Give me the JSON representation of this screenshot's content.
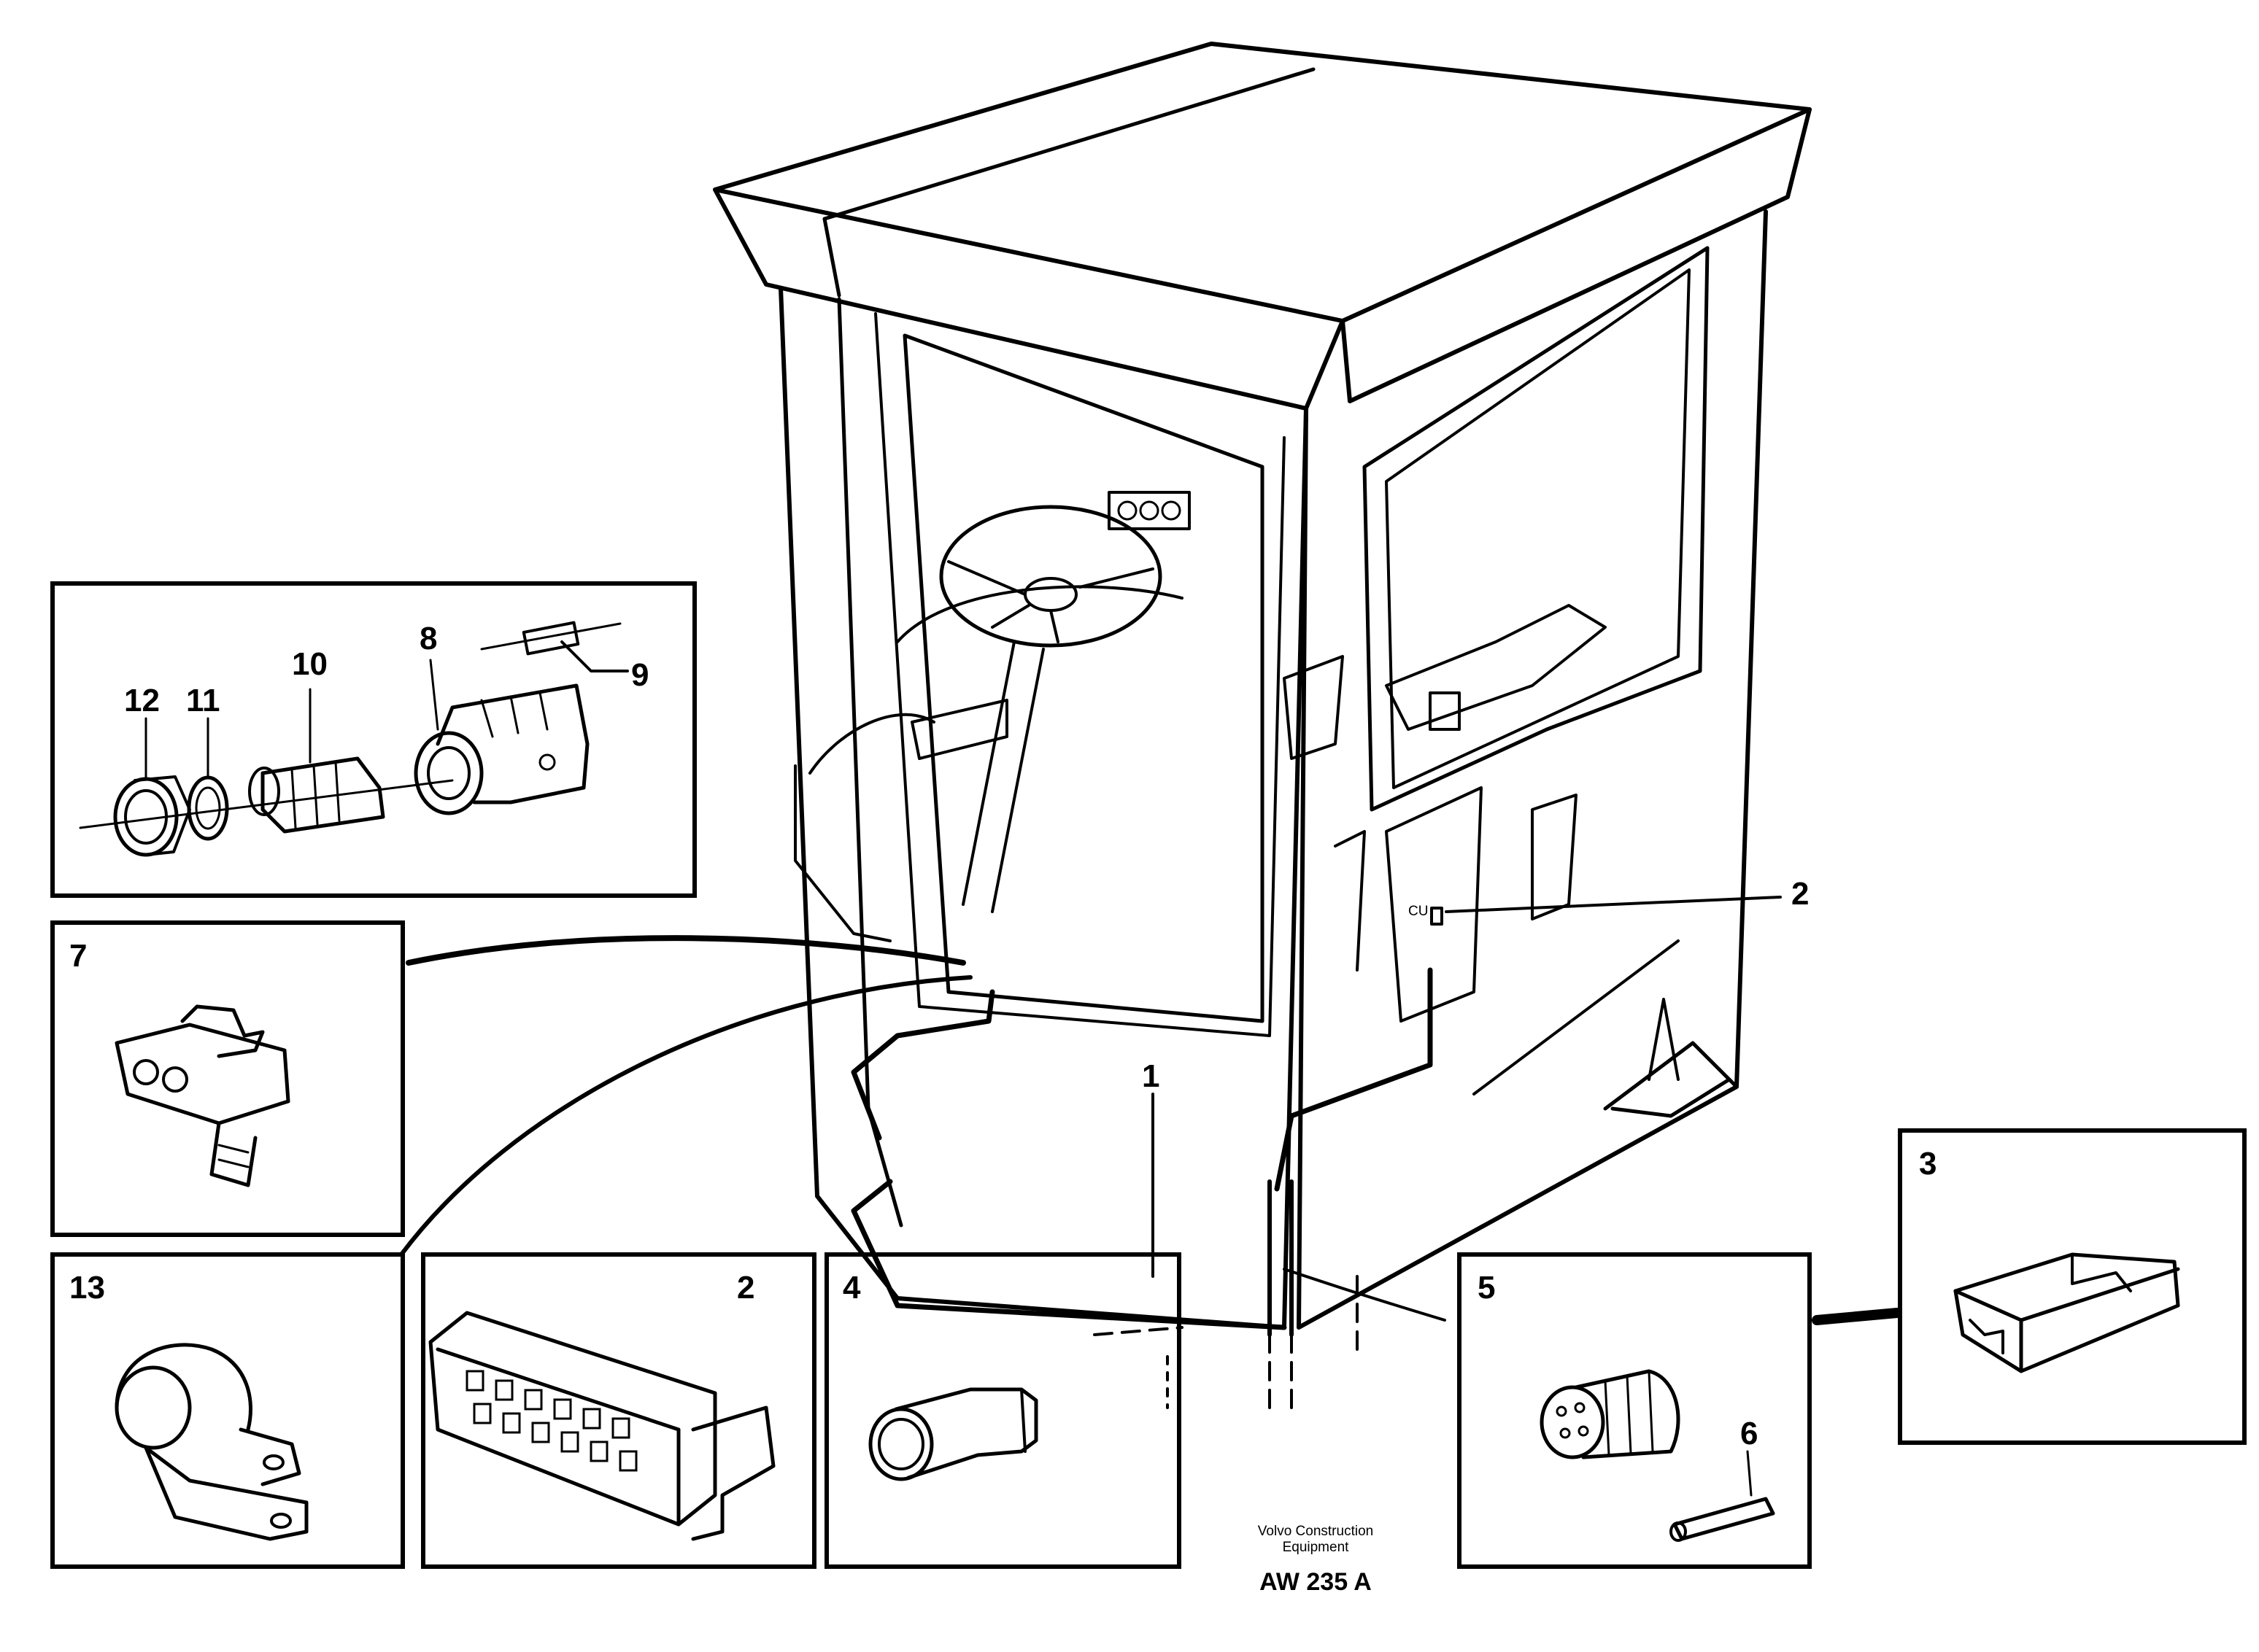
{
  "callouts": {
    "c1": "1",
    "c2_cab": "2",
    "c2_box": "2",
    "c3": "3",
    "c4": "4",
    "c5": "5",
    "c6": "6",
    "c7": "7",
    "c8": "8",
    "c9": "9",
    "c10": "10",
    "c11": "11",
    "c12": "12",
    "c13": "13"
  },
  "credit": {
    "line1": "Volvo Construction",
    "line2": "Equipment",
    "code": "AW 235 A"
  },
  "cu_mark": "CU"
}
